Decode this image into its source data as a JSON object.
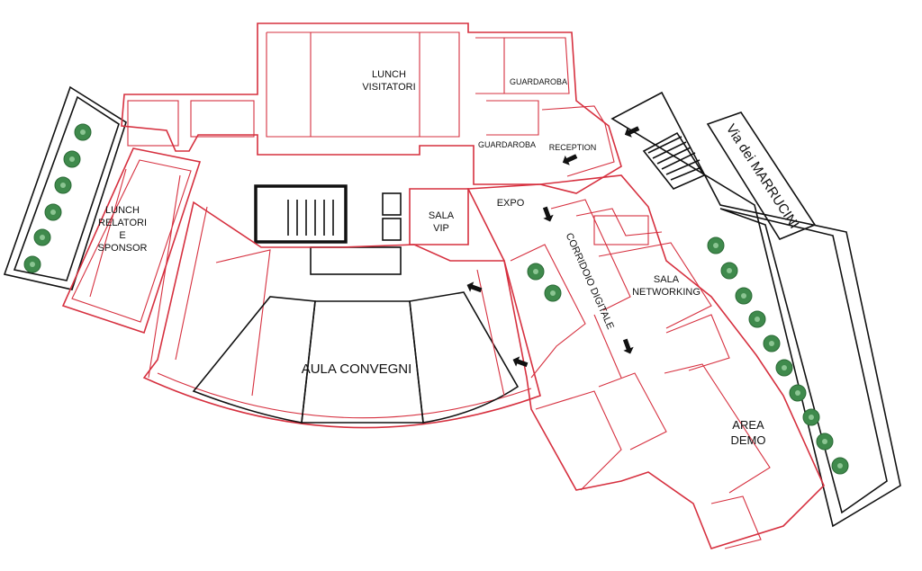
{
  "rooms": {
    "lunch_visitatori": [
      "LUNCH",
      "VISITATORI"
    ],
    "guardaroba_top": "GUARDAROBA",
    "guardaroba_bottom": "GUARDAROBA",
    "reception": "RECEPTION",
    "lunch_relatori": [
      "LUNCH",
      "RELATORI",
      "E",
      "SPONSOR"
    ],
    "sala_vip": [
      "SALA",
      "VIP"
    ],
    "expo": "EXPO",
    "corridoio_digitale": "CORRIDOIO DIGITALE",
    "sala_networking": [
      "SALA",
      "NETWORKING"
    ],
    "aula_convegni": "AULA CONVEGNI",
    "area_demo": [
      "AREA",
      "DEMO"
    ]
  },
  "street": "Via dei MARRUCINI",
  "colors": {
    "wall": "#d6303f",
    "tree": "#3f8a4c",
    "ink": "#111111"
  },
  "icons": {
    "tree": "tree-icon",
    "arrow": "direction-arrow-icon",
    "door": "door-icon"
  }
}
